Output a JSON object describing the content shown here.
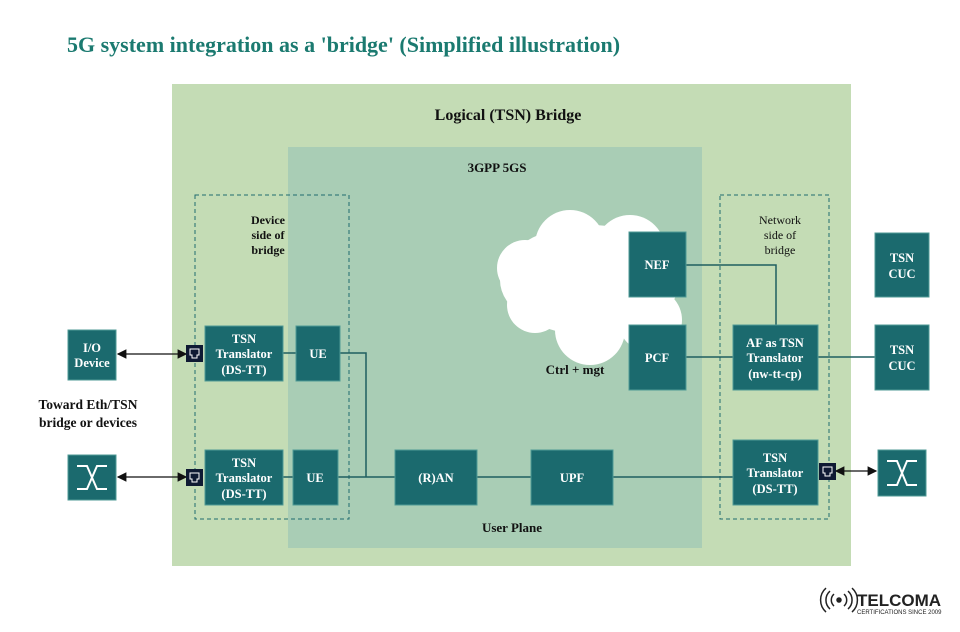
{
  "title": "5G system integration as a 'bridge' (Simplified illustration)",
  "colors": {
    "title": "#1b7a70",
    "outer_bridge": "#c4dcb5",
    "inner_5gs": "#a9cdb5",
    "box": "#1b6a6e",
    "port": "#0f1a33"
  },
  "outer": {
    "label": "Logical (TSN) Bridge"
  },
  "inner": {
    "label": "3GPP 5GS",
    "user_plane": "User Plane",
    "ctrl": "Ctrl + mgt"
  },
  "device_side": [
    "Device",
    "side of",
    "bridge"
  ],
  "network_side": [
    "Network",
    "side of",
    "bridge"
  ],
  "io_device": [
    "I/O",
    "Device"
  ],
  "toward": [
    "Toward Eth/TSN",
    "bridge or devices"
  ],
  "ds_tt": [
    "TSN",
    "Translator",
    "(DS-TT)"
  ],
  "ue": "UE",
  "ran": "(R)AN",
  "upf": "UPF",
  "nef": "NEF",
  "pcf": "PCF",
  "af": [
    "AF as TSN",
    "Translator",
    "(nw-tt-cp)"
  ],
  "cuc": [
    "TSN",
    "CUC"
  ],
  "logo": {
    "name": "TELCOMA",
    "tagline": "CERTIFICATIONS SINCE 2009"
  },
  "icons": {
    "port": "ethernet-port-icon",
    "switch": "network-switch-icon",
    "logo": "wireless-signal-icon"
  }
}
